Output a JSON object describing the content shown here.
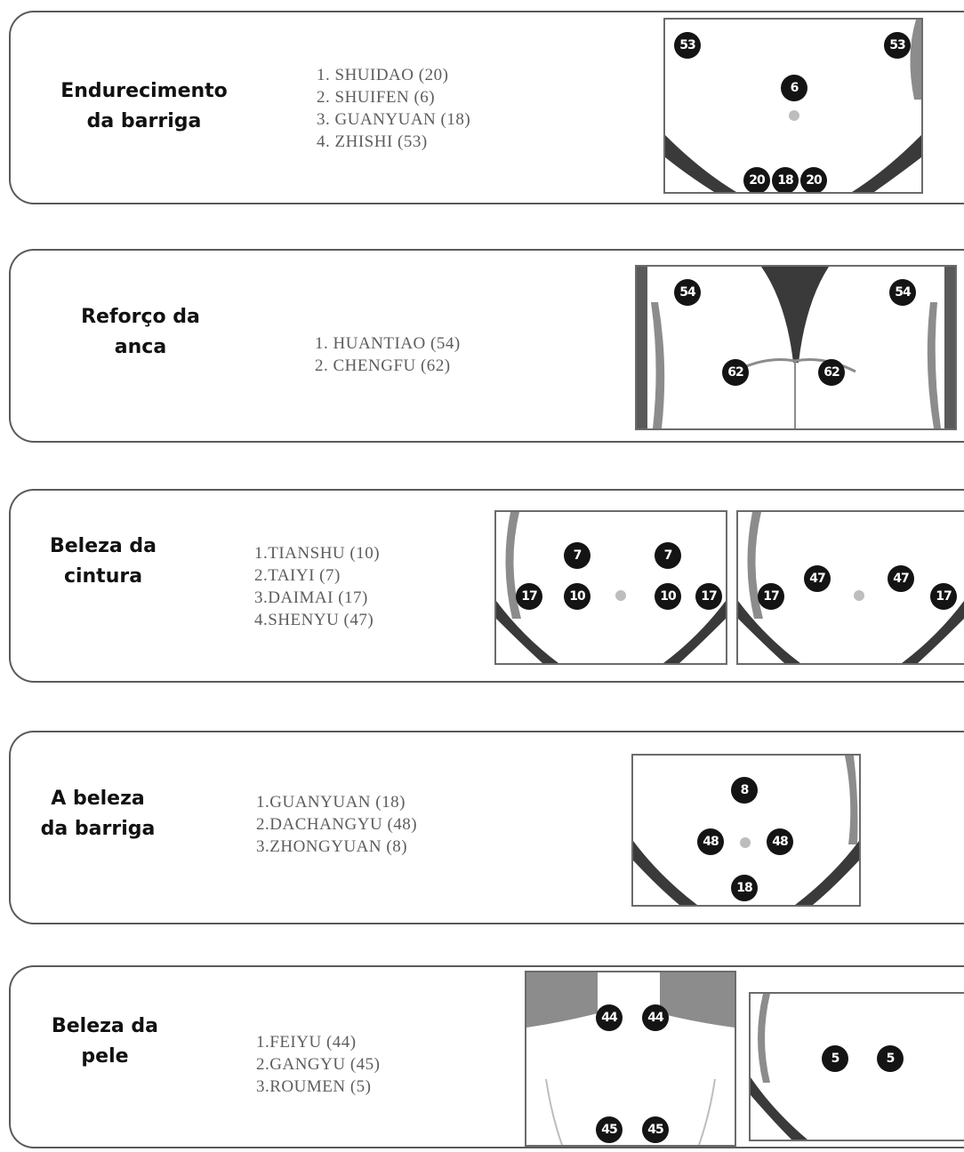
{
  "panels": [
    {
      "title": "Endurecimento\nda barriga",
      "points": [
        "1. SHUIDAO (20)",
        "2. SHUIFEN (6)",
        "3. GUANYUAN (18)",
        "4. ZHISHI (53)"
      ],
      "diagrams": [
        {
          "view": "abdomen-front",
          "markers": [
            "53",
            "53",
            "6",
            "20",
            "18",
            "20"
          ]
        }
      ]
    },
    {
      "title": "Reforço da\nanca",
      "points": [
        "1. HUANTIAO (54)",
        "2. CHENGFU (62)"
      ],
      "diagrams": [
        {
          "view": "hips-back",
          "markers": [
            "54",
            "54",
            "62",
            "62"
          ]
        }
      ]
    },
    {
      "title": "Beleza da\ncintura",
      "points": [
        "1.TIANSHU (10)",
        "2.TAIYI (7)",
        "3.DAIMAI  (17)",
        "4.SHENYU (47)"
      ],
      "diagrams": [
        {
          "view": "waist-front",
          "markers": [
            "7",
            "7",
            "17",
            "10",
            "10",
            "17"
          ]
        },
        {
          "view": "waist-back",
          "markers": [
            "47",
            "47",
            "17",
            "17"
          ]
        }
      ]
    },
    {
      "title": "A beleza\nda barriga",
      "points": [
        "1.GUANYUAN  (18)",
        "2.DACHANGYU (48)",
        "3.ZHONGYUAN (8)"
      ],
      "diagrams": [
        {
          "view": "abdomen-front",
          "markers": [
            "8",
            "48",
            "48",
            "18"
          ]
        }
      ]
    },
    {
      "title": "Beleza da\npele",
      "points": [
        "1.FEIYU  (44)",
        "2.GANGYU (45)",
        "3.ROUMEN (5)"
      ],
      "diagrams": [
        {
          "view": "upper-back",
          "markers": [
            "44",
            "44",
            "45",
            "45"
          ]
        },
        {
          "view": "abdomen-front",
          "markers": [
            "5",
            "5"
          ]
        }
      ]
    }
  ],
  "colors": {
    "marker": "#141414",
    "marker_text": "#ffffff",
    "body_shape": "#3a3a3a",
    "skin_shade": "#8c8c8c",
    "navel": "#bdbdbd"
  }
}
